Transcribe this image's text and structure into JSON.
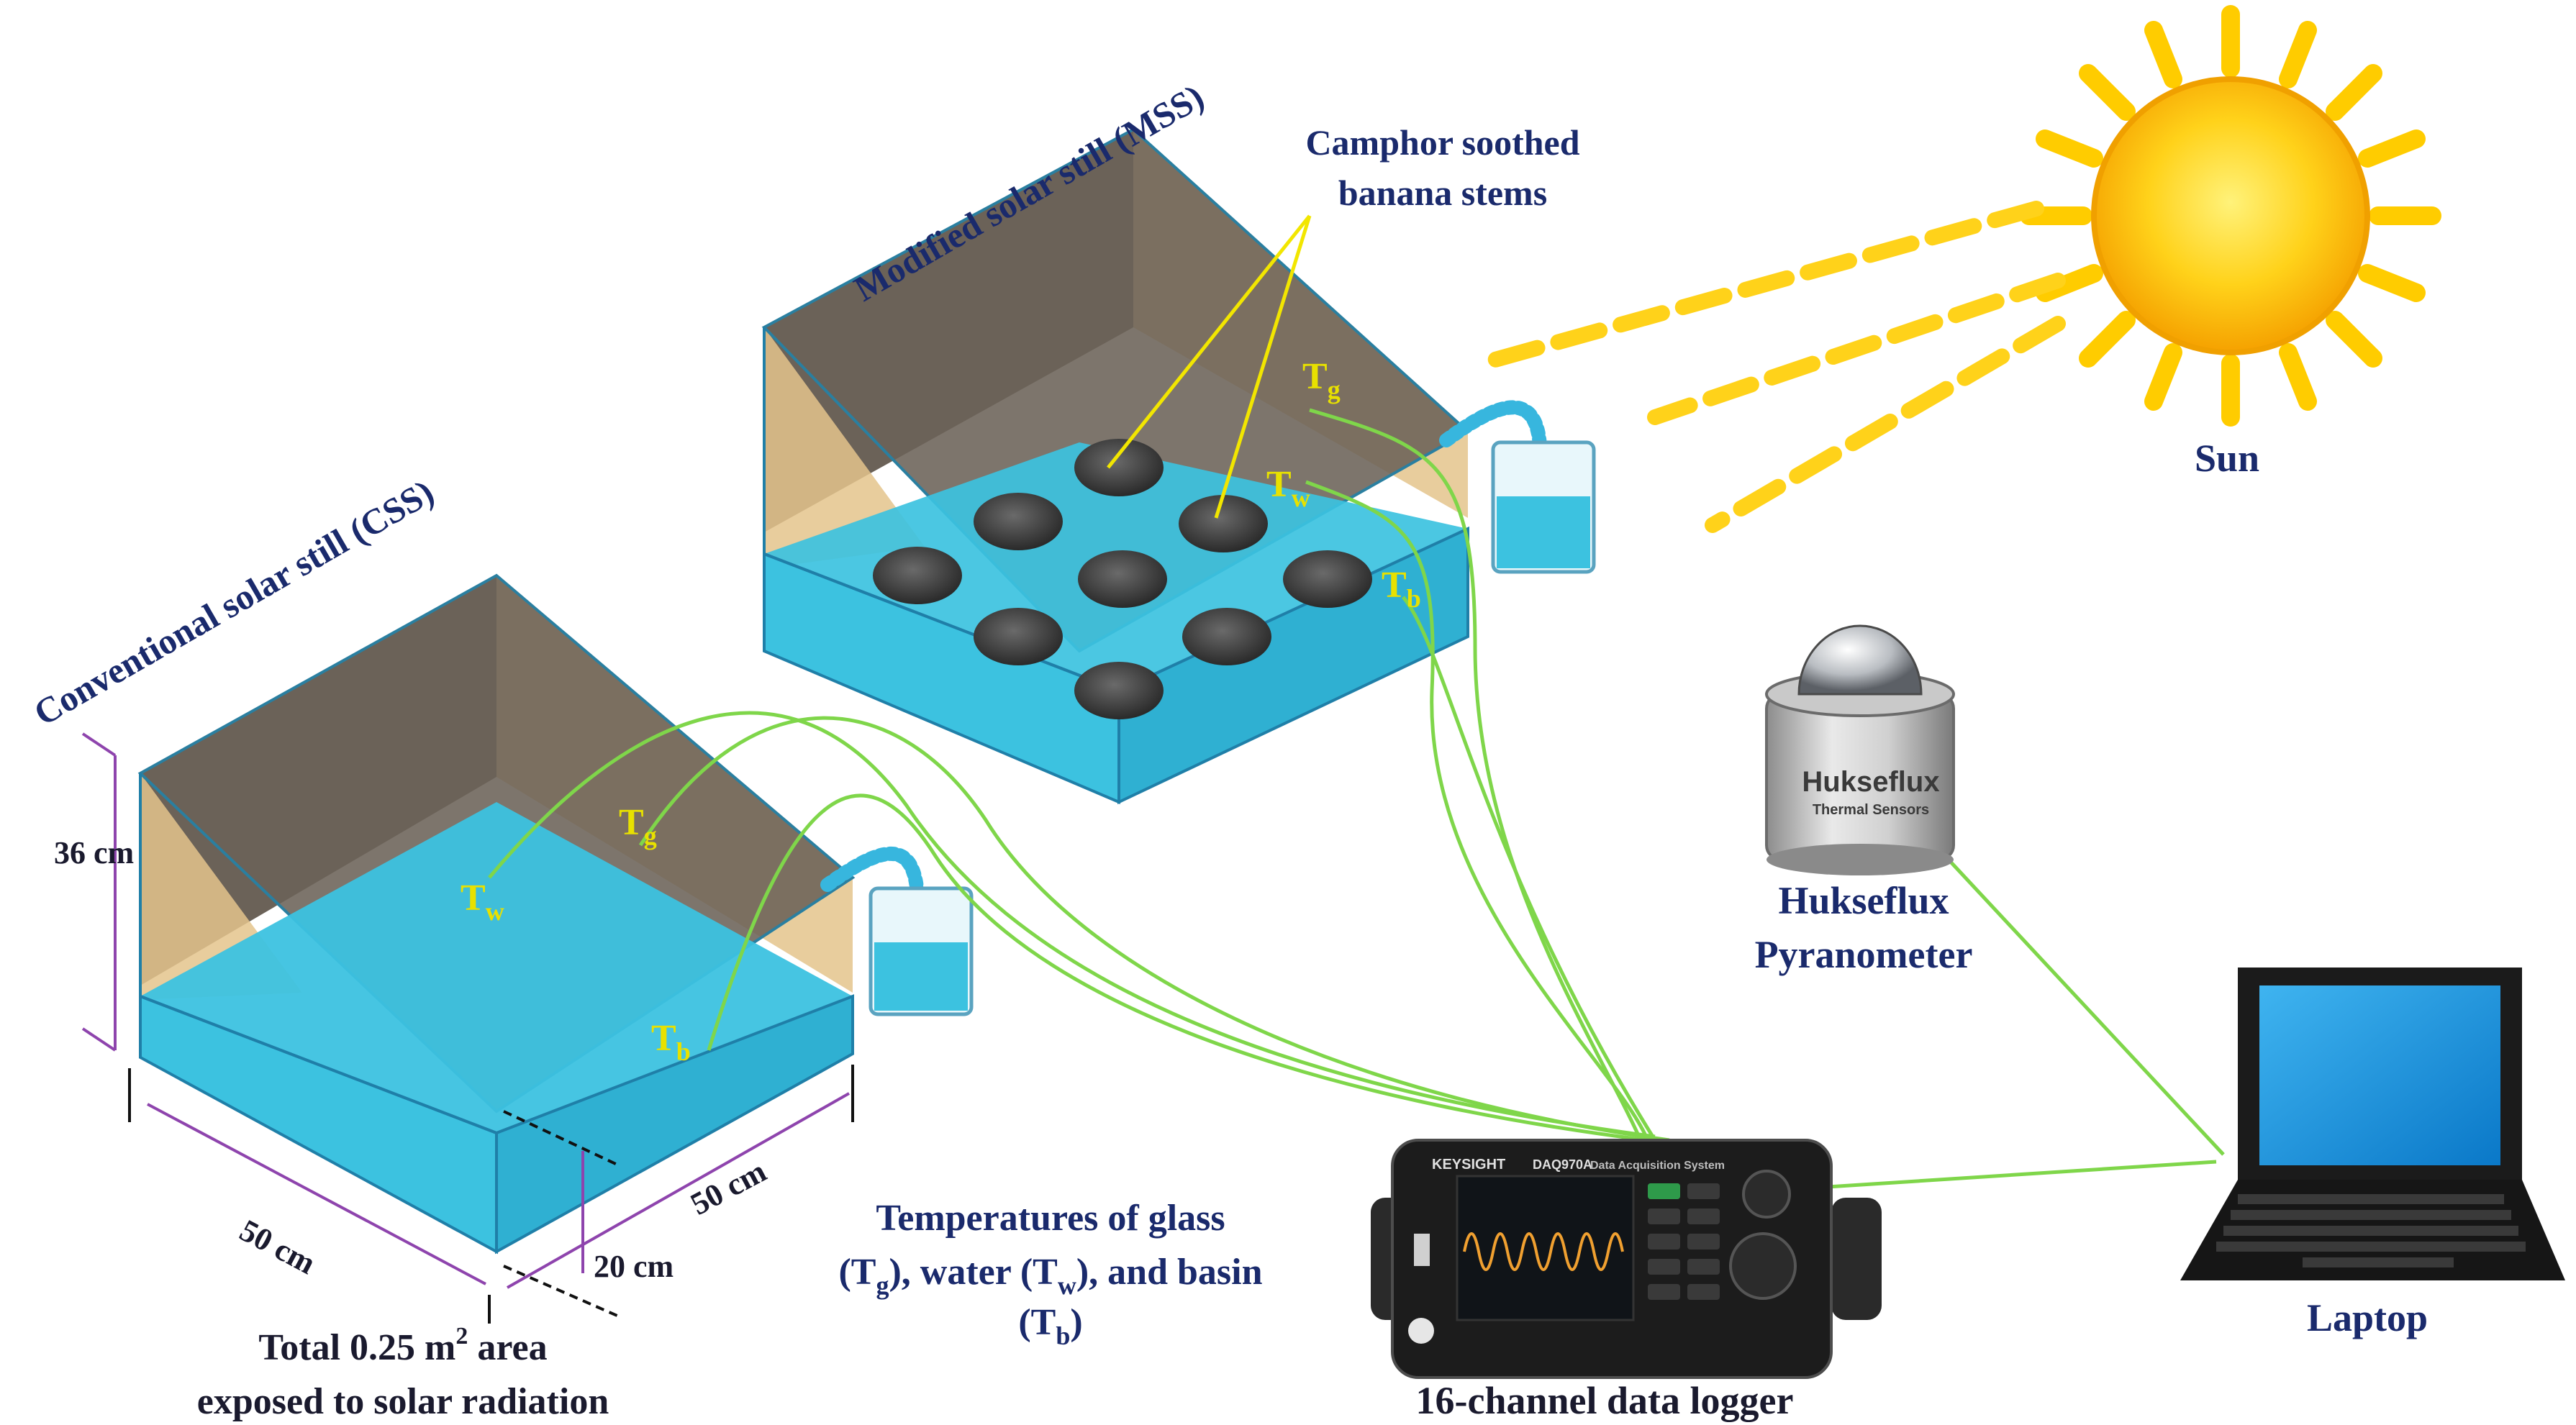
{
  "stills": {
    "mss_title": "Modified solar still (MSS)",
    "css_title": "Conventional solar still (CSS)",
    "camphor_line1": "Camphor soothed",
    "camphor_line2": "banana stems"
  },
  "sensors": {
    "t": "T",
    "g": "g",
    "w": "w",
    "b": "b"
  },
  "dimensions": {
    "height": "36 cm",
    "length": "50 cm",
    "width": "50 cm",
    "depth": "20 cm",
    "area_line1_pre": "Total 0.25 m",
    "area_sup": "2",
    "area_line1_post": " area",
    "area_line2": "exposed to solar radiation"
  },
  "temps": {
    "line1": "Temperatures of glass",
    "l2_a": "(T",
    "l2_b": "), water (T",
    "l2_c": "), and basin",
    "l3_a": "(T",
    "l3_b": ")"
  },
  "devices": {
    "sun": "Sun",
    "pyranometer_line1": "Hukseflux",
    "pyranometer_line2": "Pyranometer",
    "pyranometer_brand": "Hukseflux",
    "pyranometer_sub": "Thermal Sensors",
    "laptop": "Laptop",
    "logger": "16-channel data logger",
    "logger_brand": "KEYSIGHT",
    "logger_model": "DAQ970A",
    "logger_sub": "Data Acquisition System"
  },
  "colors": {
    "water": "#3cc2e0",
    "glass": "#6b6258",
    "sensor_text": "#e8e100",
    "label_text": "#1a2a6c",
    "wire": "#7fd64a",
    "sun": "#ffcc00",
    "dimension": "#8e44ad"
  }
}
